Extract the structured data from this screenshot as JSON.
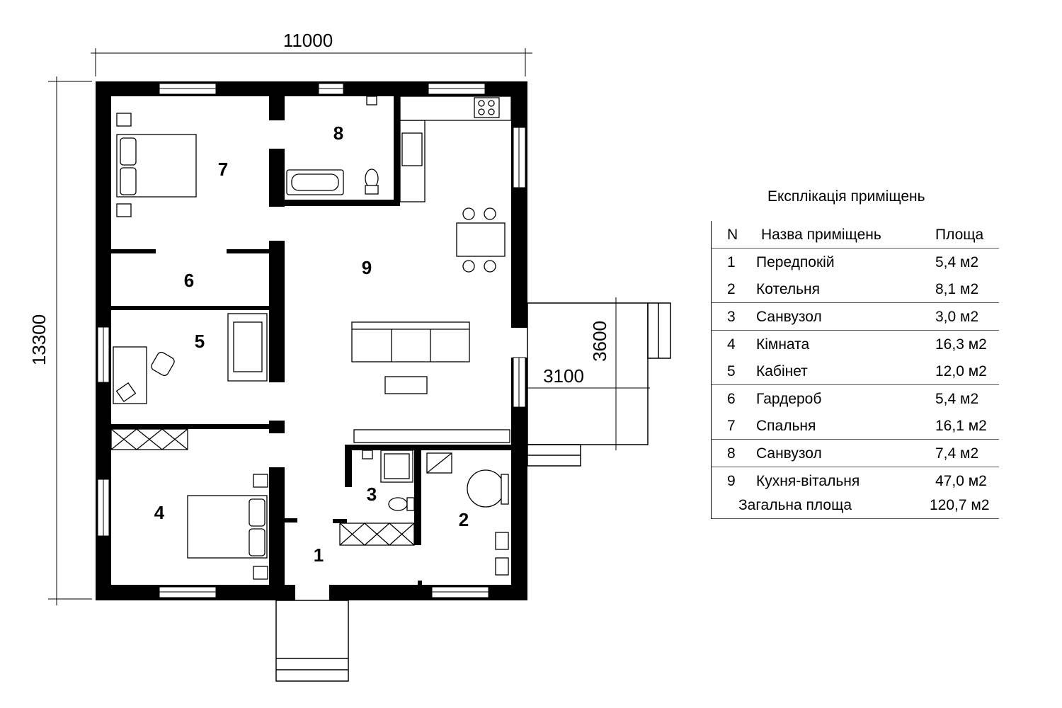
{
  "dimensions": {
    "width_total": "11000",
    "height_total": "13300",
    "terrace_width": "3100",
    "terrace_depth": "3600"
  },
  "room_labels": [
    "1",
    "2",
    "3",
    "4",
    "5",
    "6",
    "7",
    "8",
    "9"
  ],
  "legend": {
    "title": "Експлікація приміщень",
    "headers": {
      "n": "N",
      "name": "Назва приміщень",
      "area": "Площа"
    },
    "rows": [
      {
        "n": "1",
        "name": "Передпокій",
        "area": "5,4 м2"
      },
      {
        "n": "2",
        "name": "Котельня",
        "area": "8,1 м2"
      },
      {
        "n": "3",
        "name": "Санвузол",
        "area": "3,0 м2"
      },
      {
        "n": "4",
        "name": "Кімната",
        "area": "16,3 м2"
      },
      {
        "n": "5",
        "name": "Кабінет",
        "area": "12,0 м2"
      },
      {
        "n": "6",
        "name": "Гардероб",
        "area": "5,4 м2"
      },
      {
        "n": "7",
        "name": "Спальня",
        "area": "16,1 м2"
      },
      {
        "n": "8",
        "name": "Санвузол",
        "area": "7,4 м2"
      },
      {
        "n": "9",
        "name": "Кухня-вітальня",
        "area": "47,0 м2"
      }
    ],
    "total": {
      "label": "Загальна площа",
      "area": "120,7 м2"
    }
  }
}
